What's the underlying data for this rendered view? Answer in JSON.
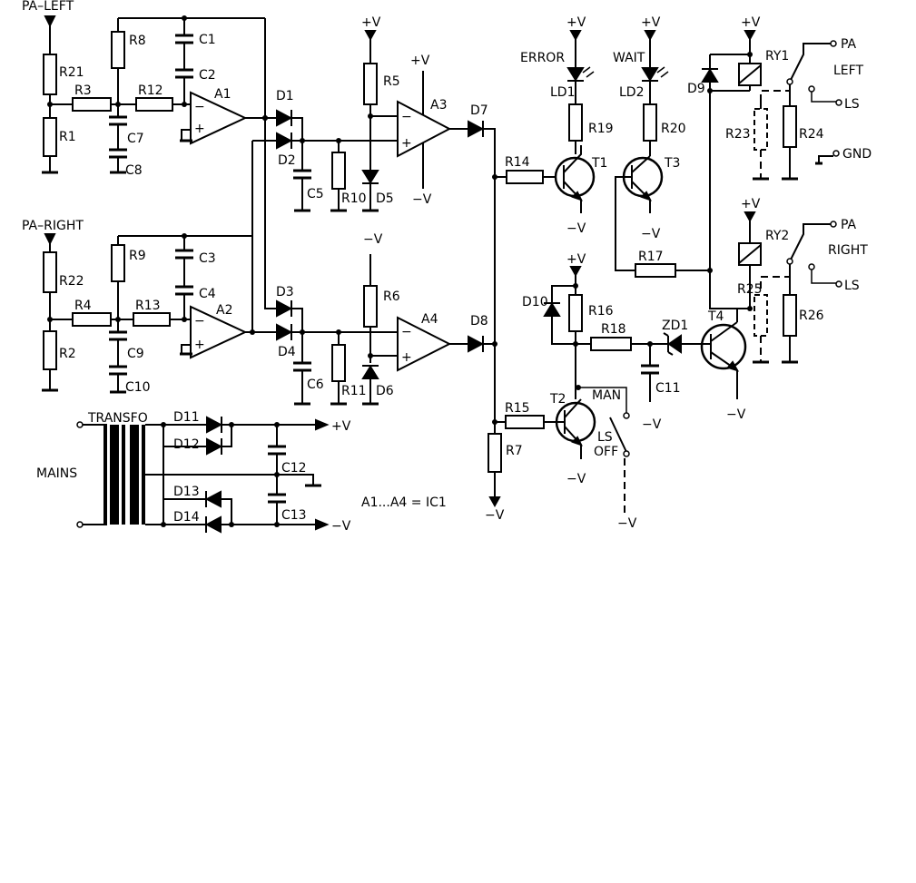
{
  "ports": {
    "pa_left": "PA–LEFT",
    "pa_right": "PA–RIGHT",
    "mains": "MAINS",
    "transfo": "TRANSFO",
    "pa_out_left": "PA",
    "left": "LEFT",
    "ls_left": "LS",
    "gnd": "GND",
    "pa_out_right": "PA",
    "right": "RIGHT",
    "ls_right": "LS"
  },
  "rails": {
    "pos": "+V",
    "neg": "−V"
  },
  "labels": {
    "error": "ERROR",
    "wait": "WAIT",
    "man": "MAN",
    "ls": "LS",
    "off": "OFF",
    "ic_note": "A1...A4 = IC1"
  },
  "opamps": {
    "a1": "A1",
    "a2": "A2",
    "a3": "A3",
    "a4": "A4",
    "minus": "−",
    "plus": "+"
  },
  "resistors": {
    "r1": "R1",
    "r2": "R2",
    "r3": "R3",
    "r4": "R4",
    "r5": "R5",
    "r6": "R6",
    "r7": "R7",
    "r8": "R8",
    "r9": "R9",
    "r10": "R10",
    "r11": "R11",
    "r12": "R12",
    "r13": "R13",
    "r14": "R14",
    "r15": "R15",
    "r16": "R16",
    "r17": "R17",
    "r18": "R18",
    "r19": "R19",
    "r20": "R20",
    "r21": "R21",
    "r22": "R22",
    "r23": "R23",
    "r24": "R24",
    "r25": "R25",
    "r26": "R26"
  },
  "capacitors": {
    "c1": "C1",
    "c2": "C2",
    "c3": "C3",
    "c4": "C4",
    "c5": "C5",
    "c6": "C6",
    "c7": "C7",
    "c8": "C8",
    "c9": "C9",
    "c10": "C10",
    "c11": "C11",
    "c12": "C12",
    "c13": "C13"
  },
  "diodes": {
    "d1": "D1",
    "d2": "D2",
    "d3": "D3",
    "d4": "D4",
    "d5": "D5",
    "d6": "D6",
    "d7": "D7",
    "d8": "D8",
    "d9": "D9",
    "d10": "D10",
    "d11": "D11",
    "d12": "D12",
    "d13": "D13",
    "d14": "D14",
    "zd1": "ZD1",
    "ld1": "LD1",
    "ld2": "LD2"
  },
  "transistors": {
    "t1": "T1",
    "t2": "T2",
    "t3": "T3",
    "t4": "T4"
  },
  "relays": {
    "ry1": "RY1",
    "ry2": "RY2"
  }
}
